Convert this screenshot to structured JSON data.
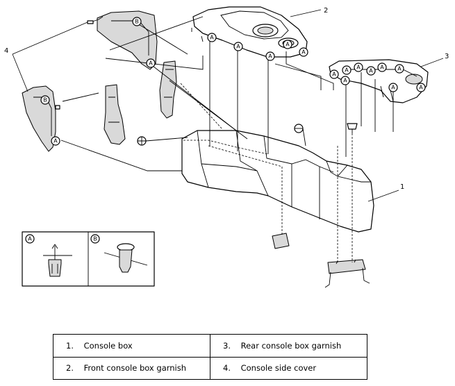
{
  "callouts": {
    "one": "1",
    "two": "2",
    "three": "3",
    "four": "4"
  },
  "bubbles": {
    "a": "A",
    "b": "B"
  },
  "detail": {
    "a_label": "A",
    "b_label": "B"
  },
  "legend": [
    [
      {
        "num": "1.",
        "text": "Console box"
      },
      {
        "num": "3.",
        "text": "Rear console box garnish"
      }
    ],
    [
      {
        "num": "2.",
        "text": "Front console box garnish"
      },
      {
        "num": "4.",
        "text": "Console side cover"
      }
    ]
  ],
  "colors": {
    "line": "#000000",
    "shade": "#d9d9d9",
    "background": "#ffffff"
  }
}
